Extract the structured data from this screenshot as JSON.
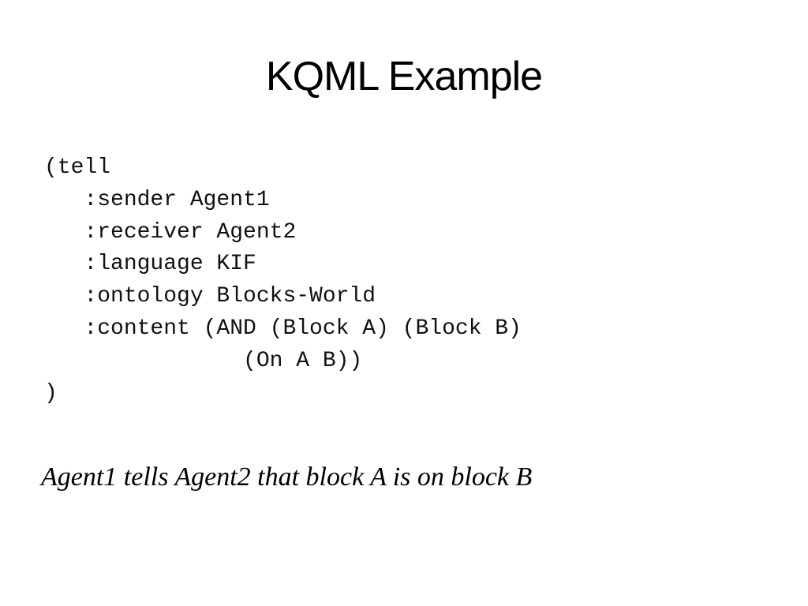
{
  "slide": {
    "title": "KQML Example",
    "code_lines": [
      "(tell",
      "   :sender Agent1",
      "   :receiver Agent2",
      "   :language KIF",
      "   :ontology Blocks-World",
      "   :content (AND (Block A) (Block B)",
      "               (On A B))",
      ")"
    ],
    "caption": "Agent1 tells Agent2 that block A is on block B"
  }
}
